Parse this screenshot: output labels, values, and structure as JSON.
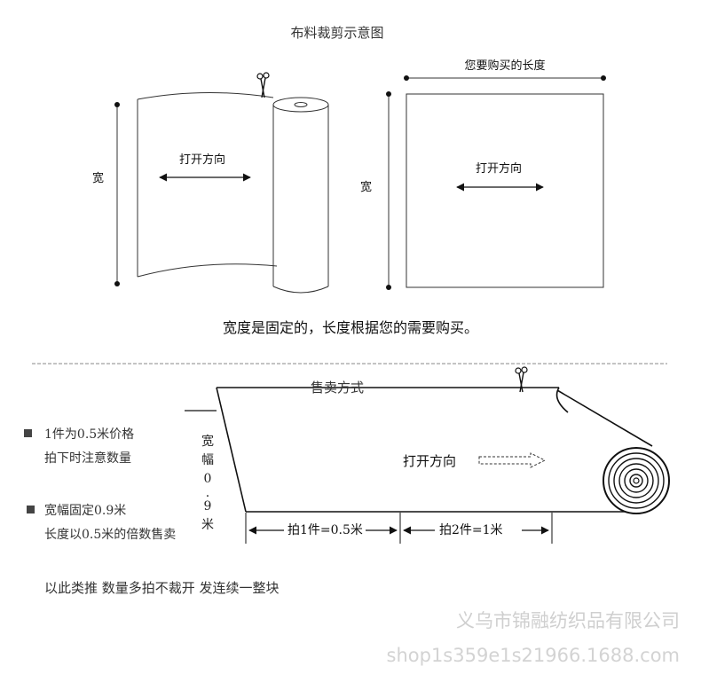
{
  "diagram1": {
    "title": "布料裁剪示意图",
    "length_label": "您要购买的长度",
    "open_direction": "打开方向",
    "width": "宽",
    "note": "宽度是固定的，长度根据您的需要购买。"
  },
  "diagram2": {
    "title": "售卖方式",
    "bullet1_line1": "1件为0.5米价格",
    "bullet1_line2": "拍下时注意数量",
    "bullet2_line1": "宽幅固定0.9米",
    "bullet2_line2": "长度以0.5米的倍数售卖",
    "width_vertical": [
      "宽",
      "幅",
      "0",
      ".",
      "9",
      "米"
    ],
    "open_direction": "打开方向",
    "dim1": "拍1件=0.5米",
    "dim2": "拍2件=1米",
    "summary": "以此类推  数量多拍不裁开  发连续一整块"
  },
  "watermark": {
    "line1": "义乌市锦融纺织品有限公司",
    "line2": "shop1s359e1s21966.1688.com"
  }
}
